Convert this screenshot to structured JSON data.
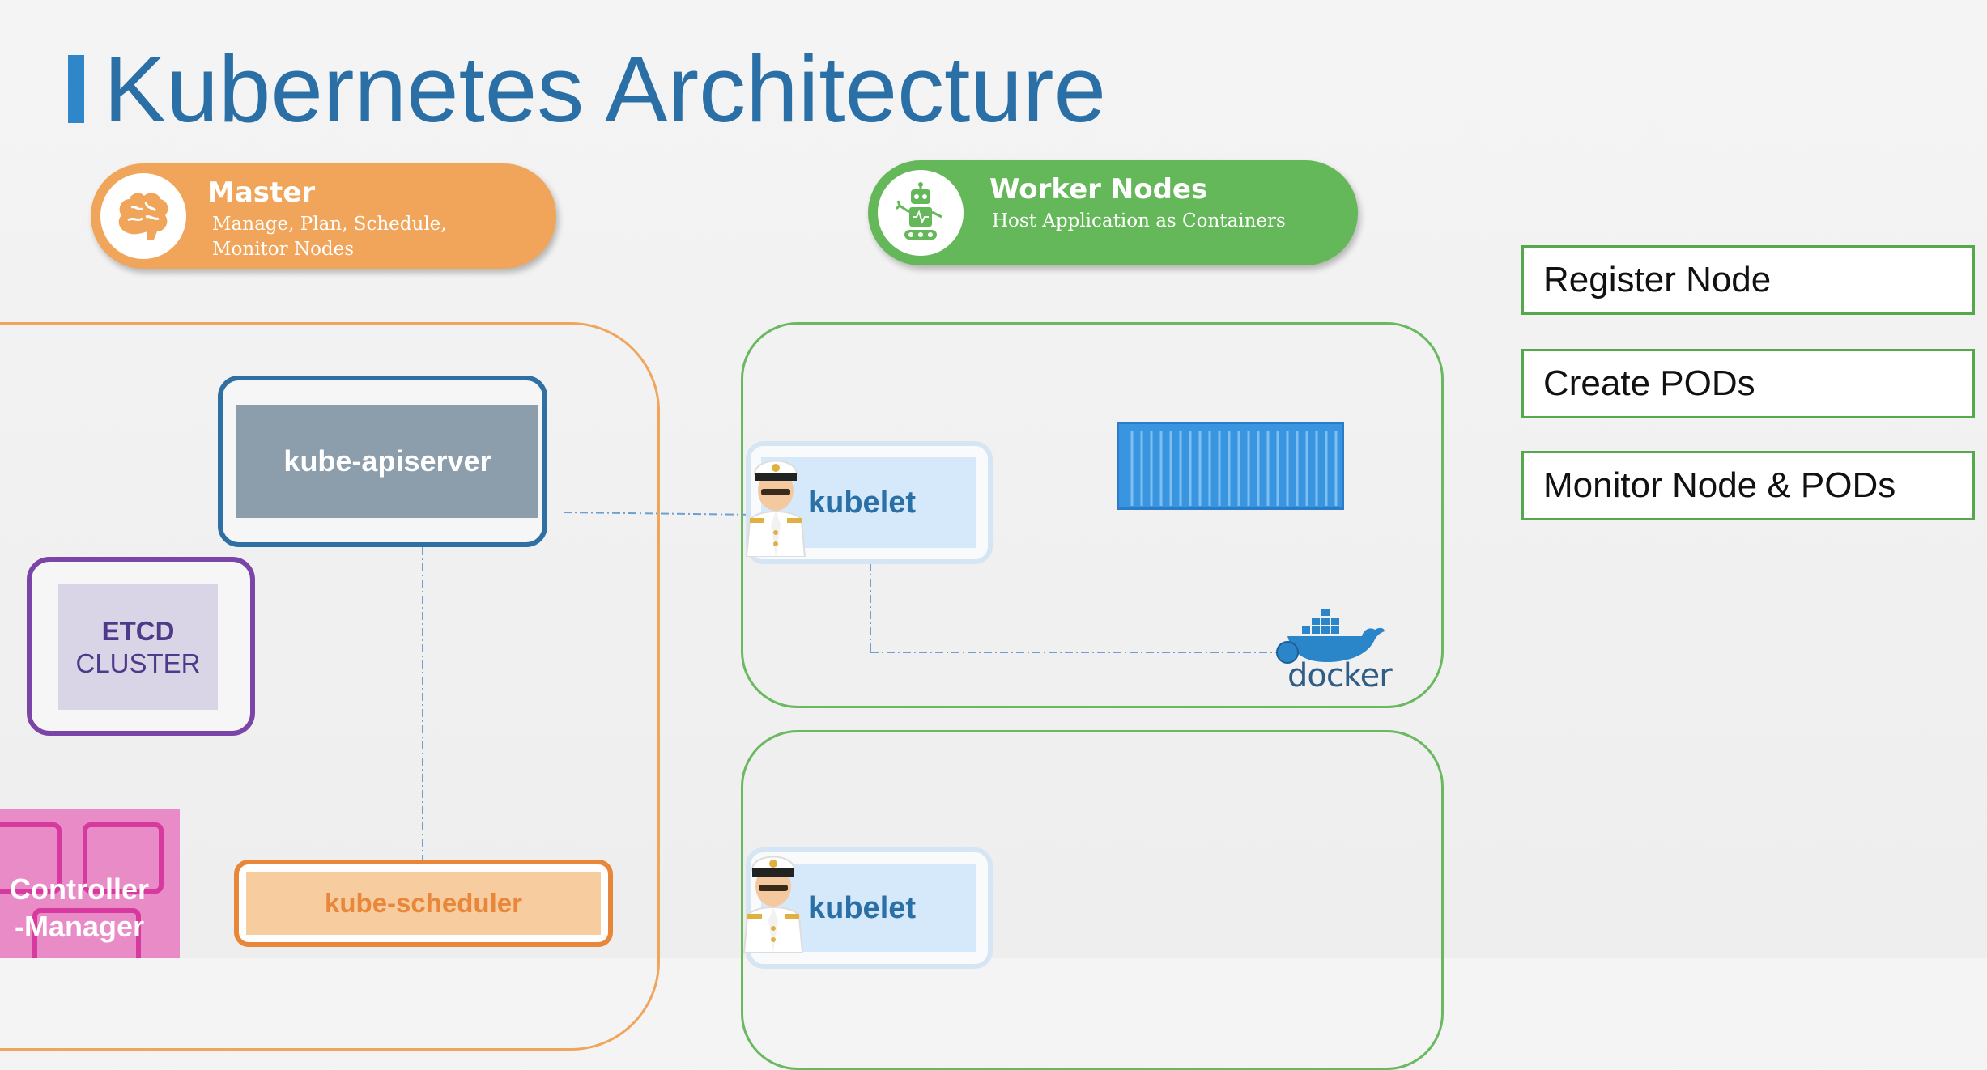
{
  "title": "Kubernetes Architecture",
  "master": {
    "title": "Master",
    "subtitle": "Manage, Plan, Schedule, Monitor Nodes",
    "icon": "brain-icon"
  },
  "worker": {
    "title": "Worker Nodes",
    "subtitle": "Host Application as Containers",
    "icon": "robot-icon"
  },
  "components": {
    "apiserver": "kube-apiserver",
    "etcd_line1": "ETCD",
    "etcd_line2": "CLUSTER",
    "scheduler": "kube-scheduler",
    "controller_line1": "Controller",
    "controller_line2": "-Manager",
    "kubelet": "kubelet",
    "docker": "docker"
  },
  "tasks": [
    "Register Node",
    "Create PODs",
    "Monitor Node & PODs"
  ],
  "colors": {
    "title": "#2a6fa6",
    "master": "#f0a55a",
    "worker": "#65b85a",
    "apiserver": "#2e6fa4",
    "etcd": "#7a45a6",
    "scheduler": "#e8873a",
    "controller": "#e98bc7"
  }
}
